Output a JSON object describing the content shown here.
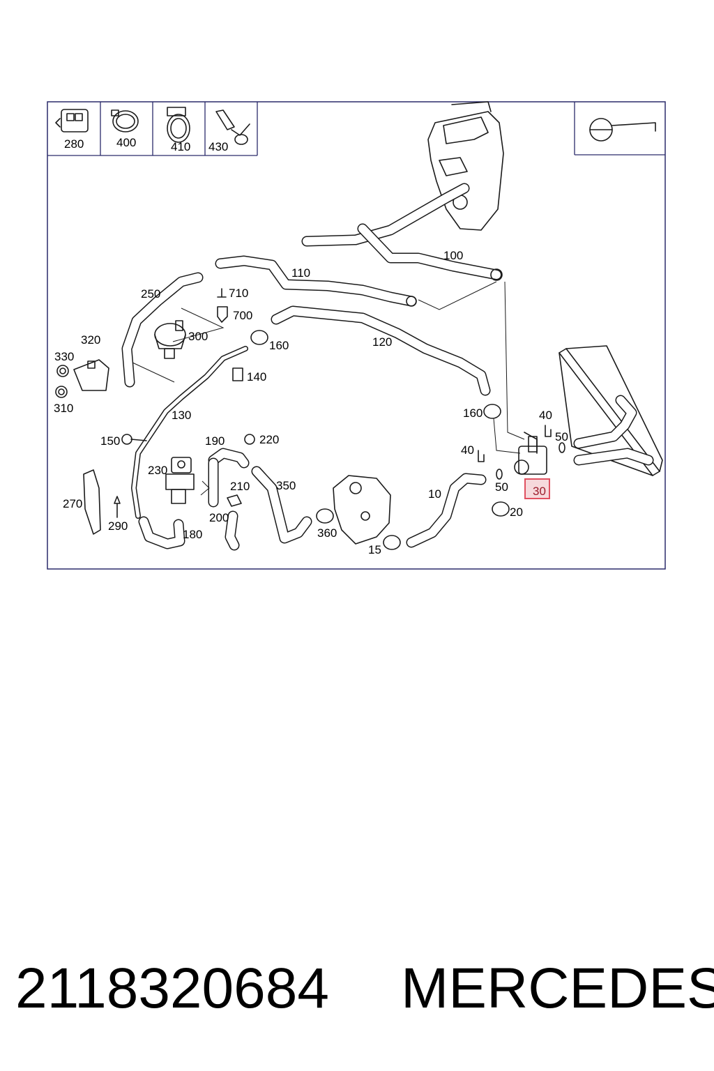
{
  "inset_labels": [
    "280",
    "400",
    "410",
    "430"
  ],
  "callouts": {
    "c100": "100",
    "c110": "110",
    "c120": "120",
    "c130": "130",
    "c140": "140",
    "c150": "150",
    "c160a": "160",
    "c160b": "160",
    "c180": "180",
    "c190": "190",
    "c200": "200",
    "c210": "210",
    "c220": "220",
    "c230": "230",
    "c250": "250",
    "c270": "270",
    "c290": "290",
    "c300": "300",
    "c310": "310",
    "c320": "320",
    "c330": "330",
    "c350": "350",
    "c360": "360",
    "c700": "700",
    "c710": "710",
    "c10": "10",
    "c15": "15",
    "c20": "20",
    "c30": "30",
    "c40a": "40",
    "c40b": "40",
    "c50a": "50",
    "c50b": "50"
  },
  "highlighted_callout": "30",
  "colors": {
    "highlight": "#e05060",
    "highlight_fill": "#f6d9dc",
    "frame": "#2a2a6a"
  },
  "footer": {
    "part_number": "2118320684",
    "brand": "MERCEDES"
  }
}
